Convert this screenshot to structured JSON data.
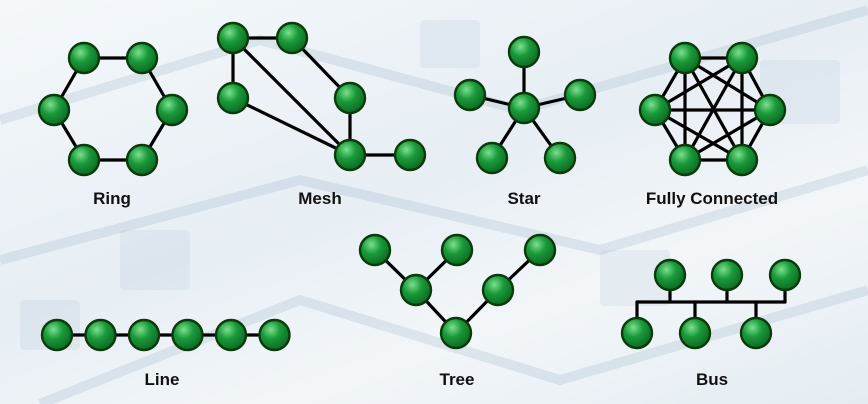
{
  "topologies": {
    "ring": {
      "label": "Ring"
    },
    "mesh": {
      "label": "Mesh"
    },
    "star": {
      "label": "Star"
    },
    "fully_connected": {
      "label": "Fully Connected"
    },
    "line": {
      "label": "Line"
    },
    "tree": {
      "label": "Tree"
    },
    "bus": {
      "label": "Bus"
    }
  },
  "colors": {
    "node_fill": "#1a9a3a",
    "node_highlight": "#7be08e",
    "node_stroke": "#0b3a0b",
    "edge": "#000000",
    "label": "#111111"
  }
}
